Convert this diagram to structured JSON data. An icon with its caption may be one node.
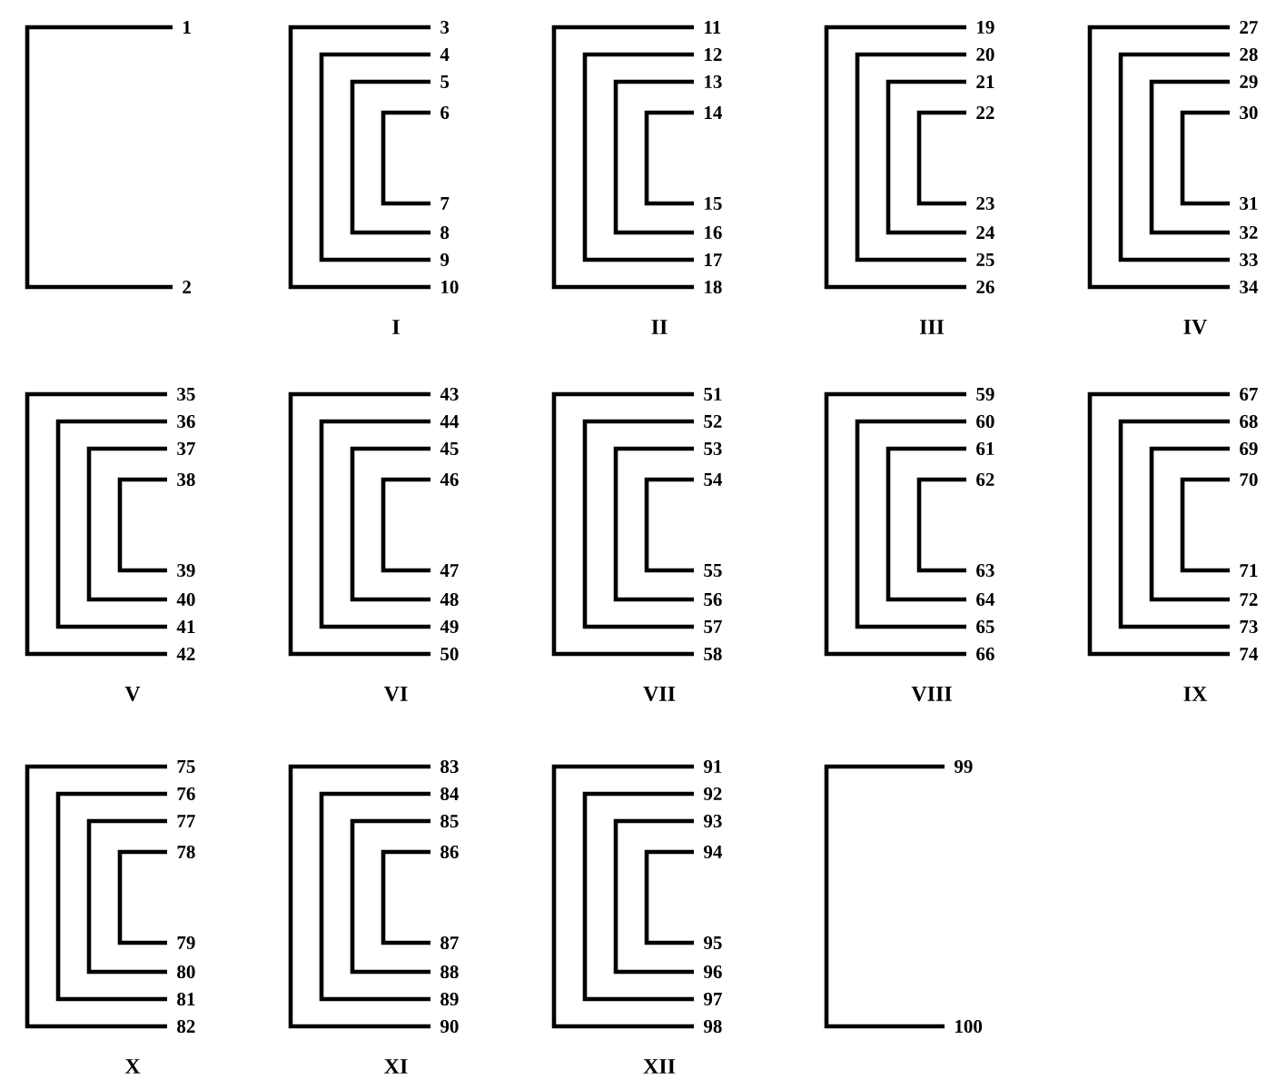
{
  "diagram": {
    "labels": [
      "1",
      "2",
      "3",
      "4",
      "5",
      "6",
      "7",
      "8",
      "9",
      "10",
      "I",
      "11",
      "12",
      "13",
      "14",
      "15",
      "16",
      "17",
      "18",
      "II",
      "19",
      "20",
      "21",
      "22",
      "23",
      "24",
      "25",
      "26",
      "III",
      "27",
      "28",
      "29",
      "30",
      "31",
      "32",
      "33",
      "34",
      "IV",
      "35",
      "36",
      "37",
      "38",
      "39",
      "40",
      "41",
      "42",
      "V",
      "43",
      "44",
      "45",
      "46",
      "47",
      "48",
      "49",
      "50",
      "VI",
      "51",
      "52",
      "53",
      "54",
      "55",
      "56",
      "57",
      "58",
      "VII",
      "59",
      "60",
      "61",
      "62",
      "63",
      "64",
      "65",
      "66",
      "VIII",
      "67",
      "68",
      "69",
      "70",
      "71",
      "72",
      "73",
      "74",
      "IX",
      "75",
      "76",
      "77",
      "78",
      "79",
      "80",
      "81",
      "82",
      "X",
      "83",
      "84",
      "85",
      "86",
      "87",
      "88",
      "89",
      "90",
      "XI",
      "91",
      "92",
      "93",
      "94",
      "95",
      "96",
      "97",
      "98",
      "XII",
      "99",
      "100"
    ]
  }
}
